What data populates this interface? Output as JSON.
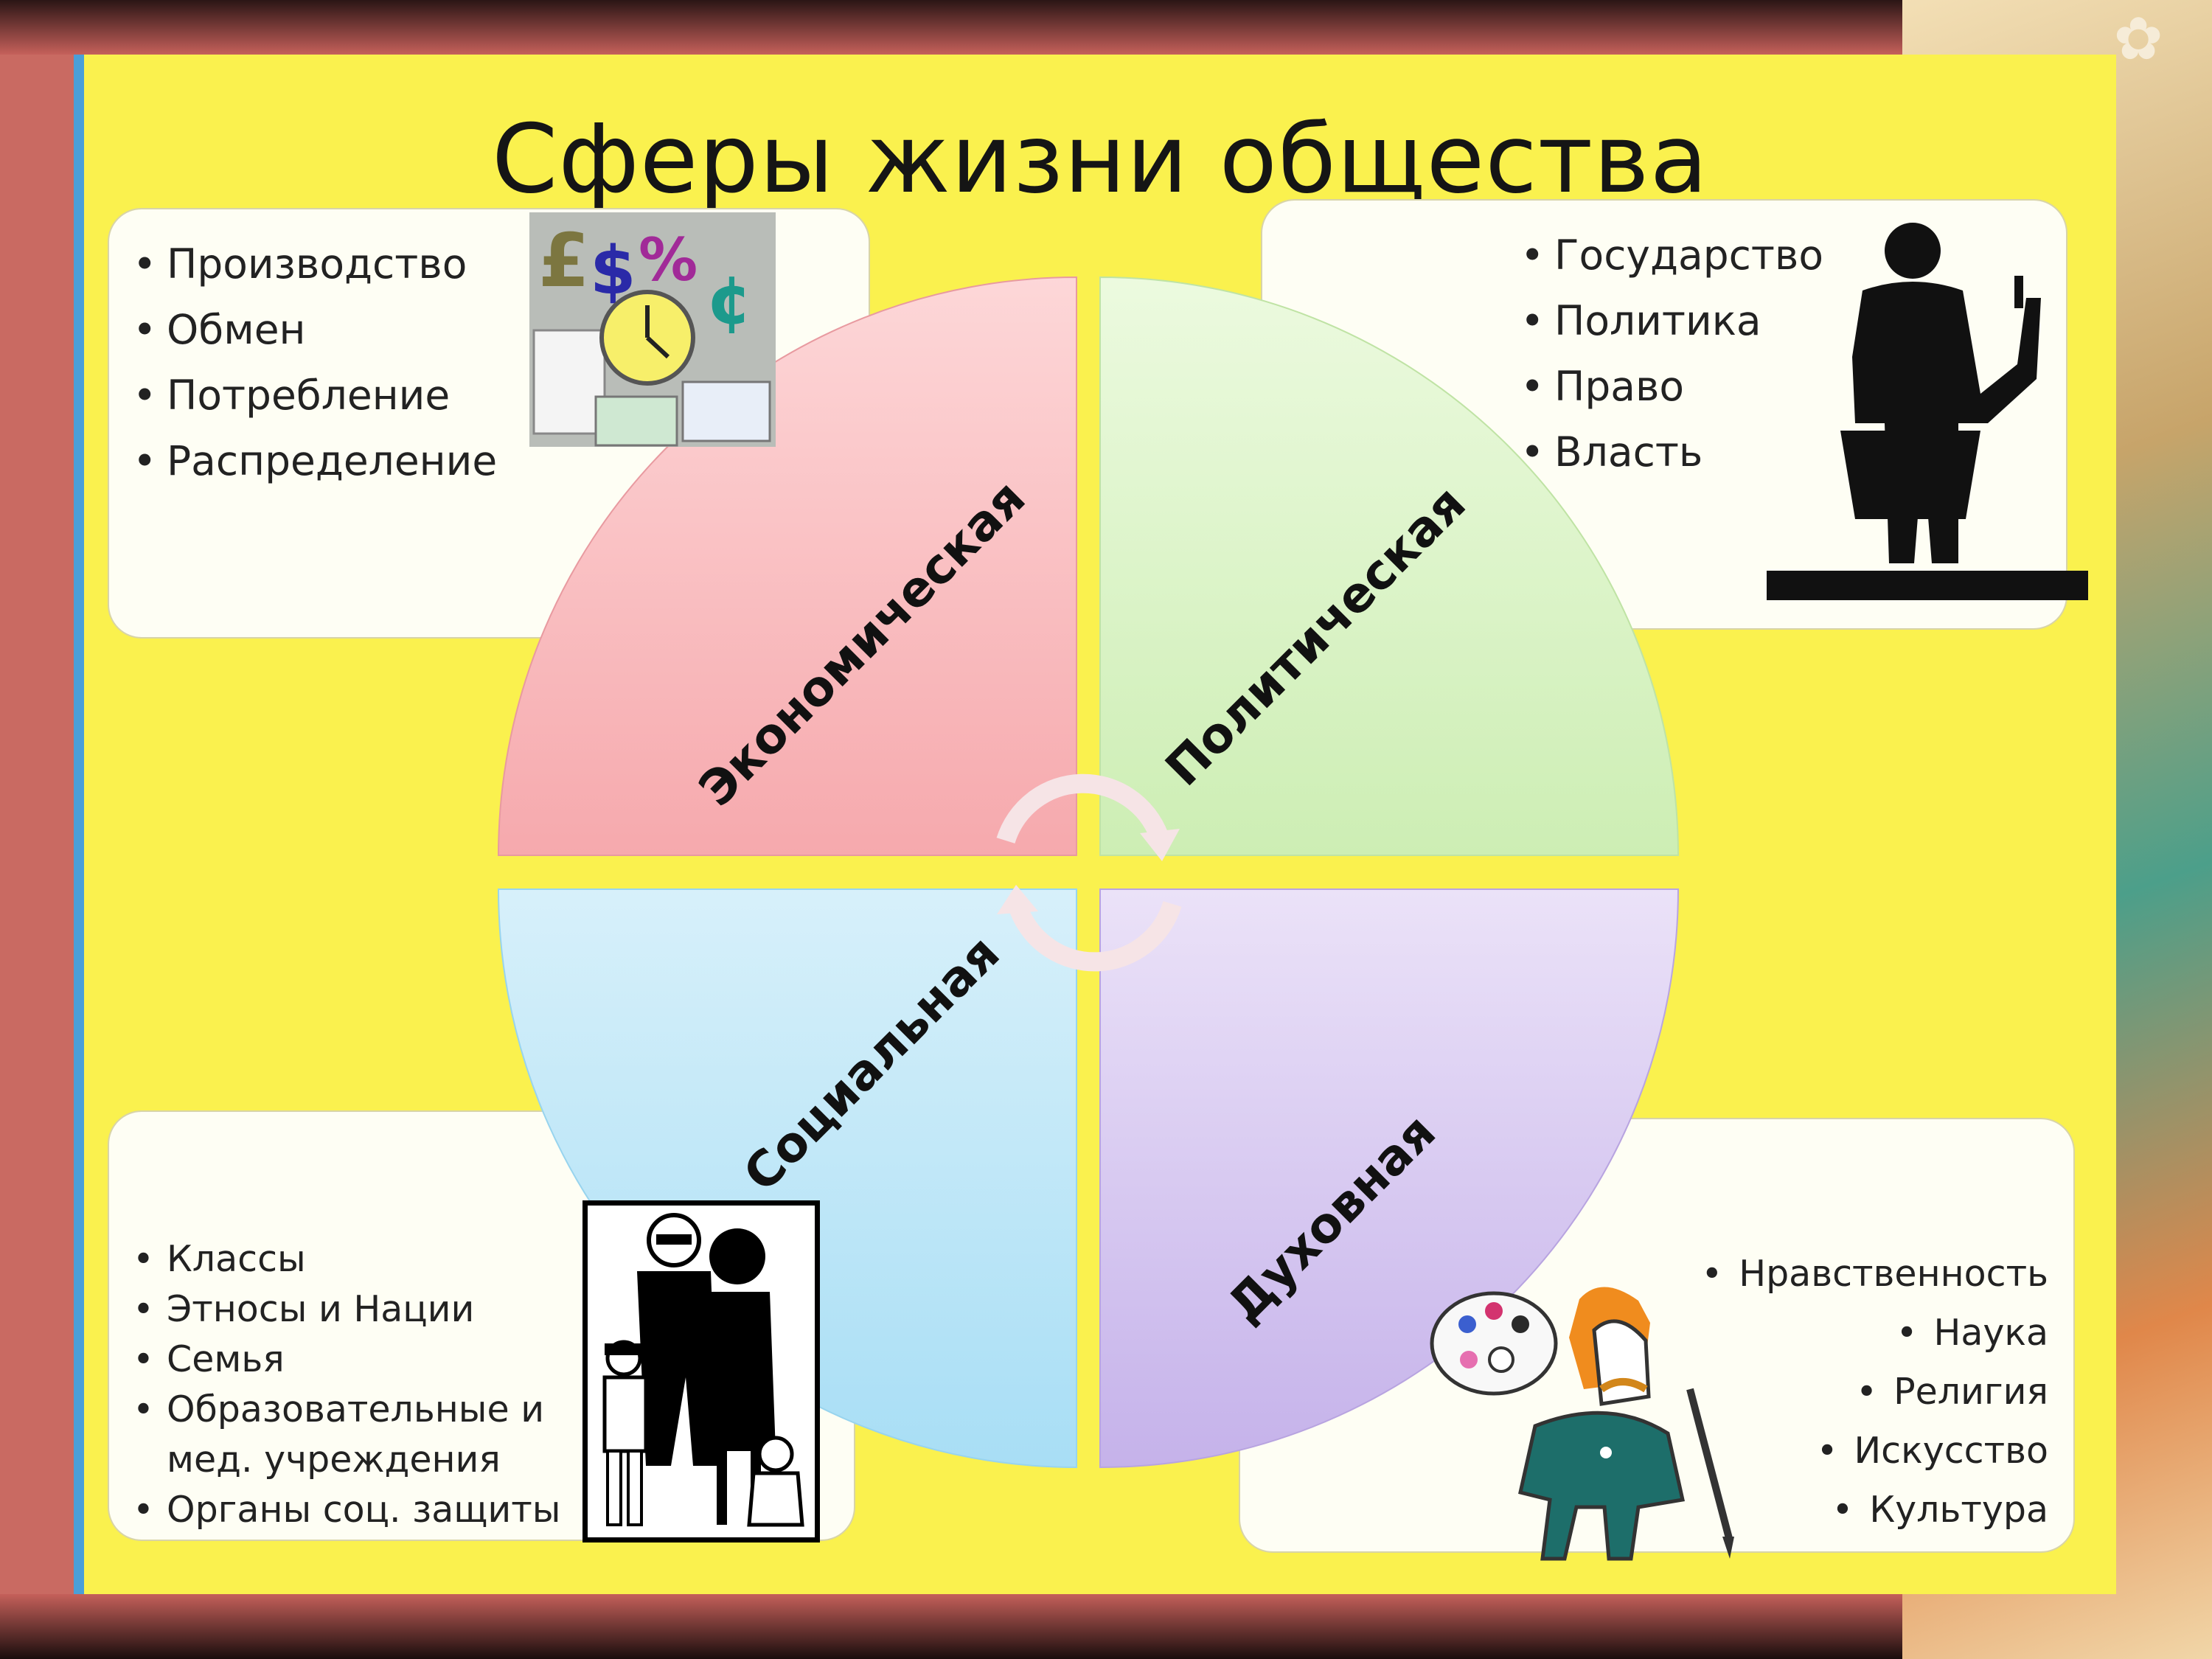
{
  "title": "Сферы жизни общества",
  "spheres": [
    {
      "id": "economic",
      "label": "Экономическая",
      "color": "#fbc6c8",
      "items": [
        "Производство",
        "Обмен",
        "Потребление",
        "Распределение"
      ],
      "icon": "money-clock-icon"
    },
    {
      "id": "political",
      "label": "Политическая",
      "color": "#dcf6c9",
      "items": [
        "Государство",
        "Политика",
        "Право",
        "Власть"
      ],
      "icon": "orator-icon"
    },
    {
      "id": "social",
      "label": "Социальная",
      "color": "#c8ecf8",
      "items": [
        "Классы",
        "Этносы и Нации",
        "Семья",
        "Образовательные и мед. учреждения",
        "Органы соц. защиты"
      ],
      "icon": "family-icon"
    },
    {
      "id": "spiritual",
      "label": "Духовная",
      "color": "#dccff2",
      "items": [
        "Нравственность",
        "Наука",
        "Религия",
        "Искусство",
        "Культура"
      ],
      "icon": "painter-icon"
    }
  ],
  "colors": {
    "slide_bg": "#faf14e",
    "accent_blue": "#4a9fd8",
    "frame": "#c96a62"
  }
}
